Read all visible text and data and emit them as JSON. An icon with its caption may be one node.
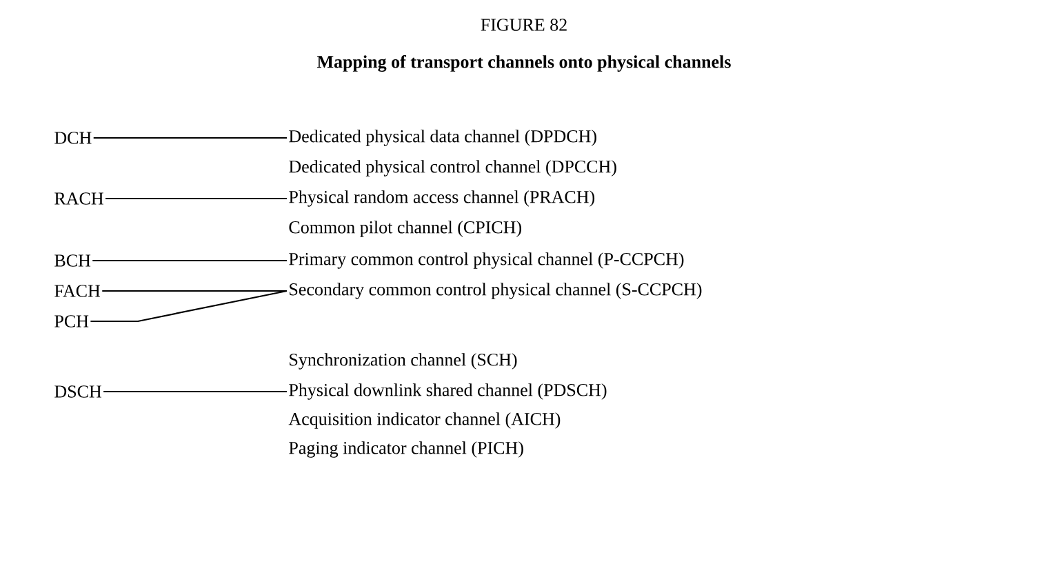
{
  "diagram": {
    "title": "Mapping of transport channels onto physical channels",
    "labels": [
      "FIGURE 82"
    ],
    "nodes": [
      {
        "text": [
          "DCH"
        ]
      },
      {
        "text": [
          "Dedicated physical data channel (DPDCH)"
        ]
      },
      {
        "text": [
          "Dedicated physical control channel (DPCCH)"
        ]
      },
      {
        "text": [
          "RACH"
        ]
      },
      {
        "text": [
          "Physical random access channel (PRACH)"
        ]
      },
      {
        "text": [
          "Common pilot channel (CPICH)"
        ]
      },
      {
        "text": [
          "BCH"
        ]
      },
      {
        "text": [
          "Primary common control physical channel (P-CCPCH)"
        ]
      },
      {
        "text": [
          "FACH"
        ]
      },
      {
        "text": [
          "Secondary common control physical channel (S-CCPCH)"
        ]
      },
      {
        "text": [
          "PCH"
        ]
      },
      {
        "text": [
          "Synchronization channel (SCH)"
        ]
      },
      {
        "text": [
          "DSCH"
        ]
      },
      {
        "text": [
          "Physical downlink shared channel (PDSCH)"
        ]
      },
      {
        "text": [
          "Acquisition indicator channel (AICH)"
        ]
      },
      {
        "text": [
          "Paging indicator channel (PICH)"
        ]
      }
    ],
    "edges": [
      {
        "from": 0,
        "to": 1,
        "arrow": "none"
      },
      {
        "from": 3,
        "to": 4,
        "arrow": "none"
      },
      {
        "from": 6,
        "to": 7,
        "arrow": "none"
      },
      {
        "from": 8,
        "to": 9,
        "arrow": "none"
      },
      {
        "from": 10,
        "to": 9,
        "arrow": "none"
      },
      {
        "from": 12,
        "to": 13,
        "arrow": "none"
      }
    ]
  }
}
